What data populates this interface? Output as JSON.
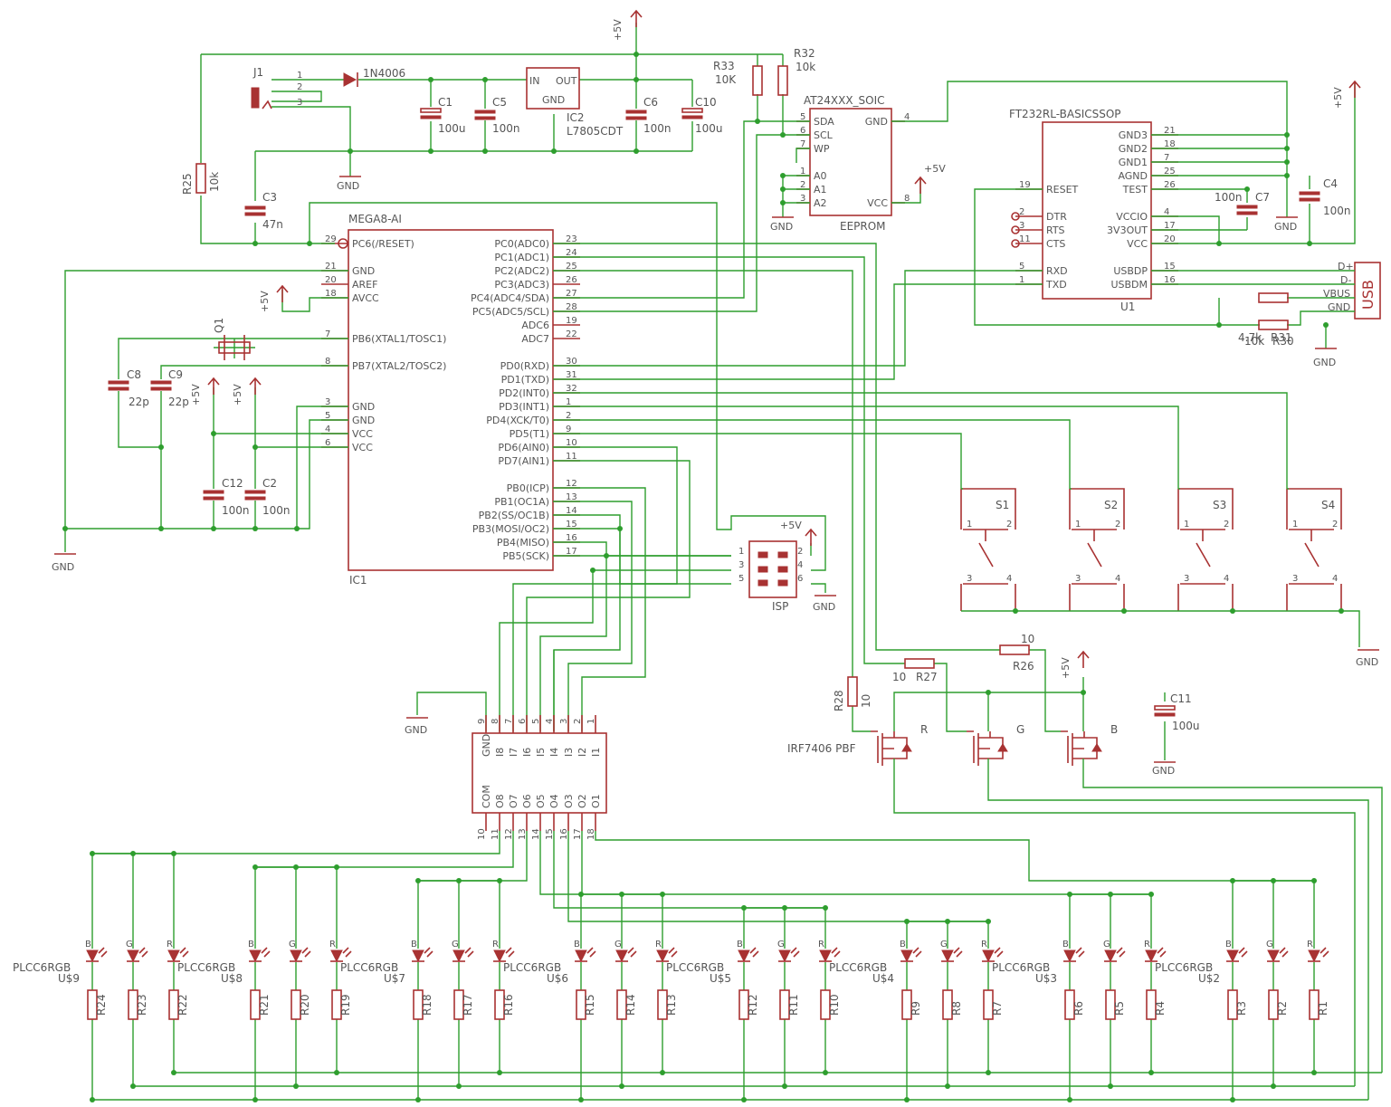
{
  "power": {
    "v5": "+5V",
    "gnd": "GND"
  },
  "mega": {
    "name": "MEGA8-AI",
    "ref": "IC1",
    "left": [
      {
        "num": "29",
        "name": "PC6(/RESET)"
      },
      {
        "num": "21",
        "name": "GND"
      },
      {
        "num": "20",
        "name": "AREF"
      },
      {
        "num": "18",
        "name": "AVCC"
      },
      {
        "num": "7",
        "name": "PB6(XTAL1/TOSC1)"
      },
      {
        "num": "8",
        "name": "PB7(XTAL2/TOSC2)"
      },
      {
        "num": "3",
        "name": "GND"
      },
      {
        "num": "5",
        "name": "GND"
      },
      {
        "num": "4",
        "name": "VCC"
      },
      {
        "num": "6",
        "name": "VCC"
      }
    ],
    "right": [
      {
        "num": "23",
        "name": "PC0(ADC0)"
      },
      {
        "num": "24",
        "name": "PC1(ADC1)"
      },
      {
        "num": "25",
        "name": "PC2(ADC2)"
      },
      {
        "num": "26",
        "name": "PC3(ADC3)"
      },
      {
        "num": "27",
        "name": "PC4(ADC4/SDA)"
      },
      {
        "num": "28",
        "name": "PC5(ADC5/SCL)"
      },
      {
        "num": "19",
        "name": "ADC6"
      },
      {
        "num": "22",
        "name": "ADC7"
      },
      {
        "num": "30",
        "name": "PD0(RXD)"
      },
      {
        "num": "31",
        "name": "PD1(TXD)"
      },
      {
        "num": "32",
        "name": "PD2(INT0)"
      },
      {
        "num": "1",
        "name": "PD3(INT1)"
      },
      {
        "num": "2",
        "name": "PD4(XCK/T0)"
      },
      {
        "num": "9",
        "name": "PD5(T1)"
      },
      {
        "num": "10",
        "name": "PD6(AIN0)"
      },
      {
        "num": "11",
        "name": "PD7(AIN1)"
      },
      {
        "num": "12",
        "name": "PB0(ICP)"
      },
      {
        "num": "13",
        "name": "PB1(OC1A)"
      },
      {
        "num": "14",
        "name": "PB2(SS/OC1B)"
      },
      {
        "num": "15",
        "name": "PB3(MOSI/OC2)"
      },
      {
        "num": "16",
        "name": "PB4(MISO)"
      },
      {
        "num": "17",
        "name": "PB5(SCK)"
      }
    ]
  },
  "eeprom": {
    "name": "AT24XXX_SOIC",
    "ref": "EEPROM",
    "left": [
      {
        "num": "5",
        "name": "SDA"
      },
      {
        "num": "6",
        "name": "SCL"
      },
      {
        "num": "7",
        "name": "WP"
      },
      {
        "num": "1",
        "name": "A0"
      },
      {
        "num": "2",
        "name": "A1"
      },
      {
        "num": "3",
        "name": "A2"
      }
    ],
    "right": [
      {
        "num": "4",
        "name": "GND"
      },
      {
        "num": "8",
        "name": "VCC"
      }
    ]
  },
  "ft232": {
    "name": "FT232RL-BASICSSOP",
    "ref": "U1",
    "left": [
      {
        "num": "19",
        "name": "RESET"
      },
      {
        "num": "2",
        "name": "DTR"
      },
      {
        "num": "3",
        "name": "RTS"
      },
      {
        "num": "11",
        "name": "CTS"
      },
      {
        "num": "5",
        "name": "RXD"
      },
      {
        "num": "1",
        "name": "TXD"
      }
    ],
    "right": [
      {
        "num": "21",
        "name": "GND3"
      },
      {
        "num": "18",
        "name": "GND2"
      },
      {
        "num": "7",
        "name": "GND1"
      },
      {
        "num": "25",
        "name": "AGND"
      },
      {
        "num": "26",
        "name": "TEST"
      },
      {
        "num": "4",
        "name": "VCCIO"
      },
      {
        "num": "17",
        "name": "3V3OUT"
      },
      {
        "num": "20",
        "name": "VCC"
      },
      {
        "num": "15",
        "name": "USBDP"
      },
      {
        "num": "16",
        "name": "USBDM"
      }
    ]
  },
  "usb": {
    "label": "USB",
    "pins": [
      "D+",
      "D-",
      "VBUS",
      "GND"
    ]
  },
  "regulator": {
    "name": "L7805CDT",
    "ref": "IC2",
    "in": "IN",
    "out": "OUT",
    "gnd": "GND"
  },
  "diode": {
    "name": "1N4006"
  },
  "jack": {
    "ref": "J1",
    "pins": [
      "1",
      "2",
      "3"
    ]
  },
  "darlington": {
    "top": [
      {
        "num": "9",
        "name": "GND"
      },
      {
        "num": "8",
        "name": "I8"
      },
      {
        "num": "7",
        "name": "I7"
      },
      {
        "num": "6",
        "name": "I6"
      },
      {
        "num": "5",
        "name": "I5"
      },
      {
        "num": "4",
        "name": "I4"
      },
      {
        "num": "3",
        "name": "I3"
      },
      {
        "num": "2",
        "name": "I2"
      },
      {
        "num": "1",
        "name": "I1"
      }
    ],
    "bottom": [
      {
        "num": "10",
        "name": "COM"
      },
      {
        "num": "11",
        "name": "O8"
      },
      {
        "num": "12",
        "name": "O7"
      },
      {
        "num": "13",
        "name": "O6"
      },
      {
        "num": "14",
        "name": "O5"
      },
      {
        "num": "15",
        "name": "O4"
      },
      {
        "num": "16",
        "name": "O3"
      },
      {
        "num": "17",
        "name": "O2"
      },
      {
        "num": "18",
        "name": "O1"
      }
    ]
  },
  "isp": {
    "ref": "ISP",
    "pins": [
      "1",
      "2",
      "3",
      "4",
      "5",
      "6"
    ]
  },
  "switches": {
    "refs": [
      "S1",
      "S2",
      "S3",
      "S4"
    ],
    "pins": [
      "1",
      "2",
      "3",
      "4"
    ]
  },
  "mosfets": {
    "part": "IRF7406 PBF",
    "refs": [
      "R",
      "G",
      "B"
    ]
  },
  "caps": {
    "c1": {
      "ref": "C1",
      "val": "100u"
    },
    "c5": {
      "ref": "C5",
      "val": "100n"
    },
    "c6": {
      "ref": "C6",
      "val": "100n"
    },
    "c10": {
      "ref": "C10",
      "val": "100u"
    },
    "c3": {
      "ref": "C3",
      "val": "47n"
    },
    "c8": {
      "ref": "C8",
      "val": "22p"
    },
    "c9": {
      "ref": "C9",
      "val": "22p"
    },
    "c12": {
      "ref": "C12",
      "val": "100n"
    },
    "c2": {
      "ref": "C2",
      "val": "100n"
    },
    "c7": {
      "ref": "C7",
      "val": "100n"
    },
    "c4": {
      "ref": "C4",
      "val": "100n"
    },
    "c11": {
      "ref": "C11",
      "val": "100u"
    }
  },
  "resistors": {
    "r25": {
      "ref": "R25",
      "val": "10k"
    },
    "r33": {
      "ref": "R33",
      "val": "10K"
    },
    "r32": {
      "ref": "R32",
      "val": "10k"
    },
    "r31": {
      "ref": "R31",
      "val": "4.7k"
    },
    "r30": {
      "ref": "R30",
      "val": "10k"
    },
    "r27": {
      "ref": "R27",
      "val": "10"
    },
    "r26": {
      "ref": "R26",
      "val": "10"
    },
    "r28": {
      "ref": "R28",
      "val": "10"
    }
  },
  "crystal": {
    "ref": "Q1"
  },
  "led_modules": [
    {
      "part": "PLCC6RGB",
      "ref": "U$9",
      "res": [
        "R24",
        "R23",
        "R22"
      ]
    },
    {
      "part": "PLCC6RGB",
      "ref": "U$8",
      "res": [
        "R21",
        "R20",
        "R19"
      ]
    },
    {
      "part": "PLCC6RGB",
      "ref": "U$7",
      "res": [
        "R18",
        "R17",
        "R16"
      ]
    },
    {
      "part": "PLCC6RGB",
      "ref": "U$6",
      "res": [
        "R15",
        "R14",
        "R13"
      ]
    },
    {
      "part": "PLCC6RGB",
      "ref": "U$5",
      "res": [
        "R12",
        "R11",
        "R10"
      ]
    },
    {
      "part": "PLCC6RGB",
      "ref": "U$4",
      "res": [
        "R9",
        "R8",
        "R7"
      ]
    },
    {
      "part": "PLCC6RGB",
      "ref": "U$3",
      "res": [
        "R6",
        "R5",
        "R4"
      ]
    },
    {
      "part": "PLCC6RGB",
      "ref": "U$2",
      "res": [
        "R3",
        "R2",
        "R1"
      ]
    }
  ],
  "led_letters": [
    "B",
    "G",
    "R"
  ]
}
